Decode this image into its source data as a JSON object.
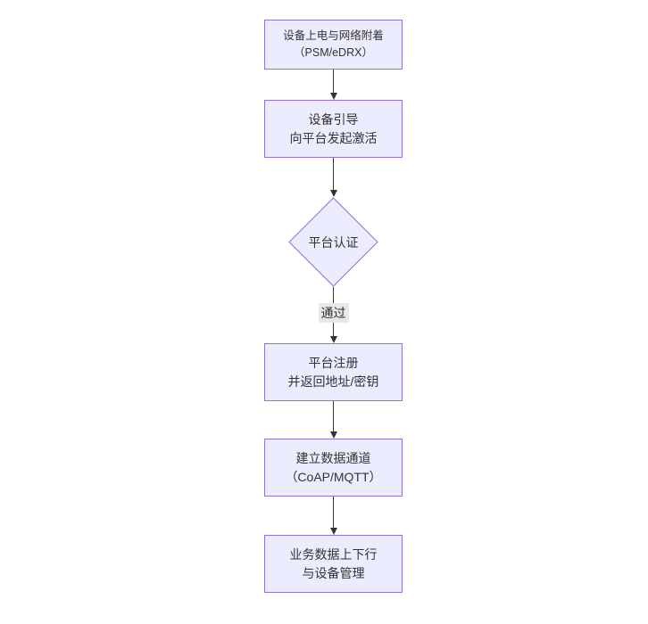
{
  "diagram": {
    "type": "flowchart-vertical",
    "colors": {
      "node_fill": "#ECECFF",
      "node_border": "#9370DB",
      "text": "#333333",
      "arrow": "#333333",
      "edge_label_bg": "#e8e8e8"
    },
    "nodes": [
      {
        "id": "power-attach",
        "shape": "rect",
        "lines": [
          "设备上电与网络附着",
          "（PSM/eDRX）"
        ]
      },
      {
        "id": "bootstrap",
        "shape": "rect",
        "lines": [
          "设备引导",
          "向平台发起激活"
        ]
      },
      {
        "id": "platform-auth",
        "shape": "diamond",
        "lines": [
          "平台认证"
        ]
      },
      {
        "id": "platform-register",
        "shape": "rect",
        "lines": [
          "平台注册",
          "并返回地址/密钥"
        ]
      },
      {
        "id": "data-channel",
        "shape": "rect",
        "lines": [
          "建立数据通道",
          "（CoAP/MQTT）"
        ]
      },
      {
        "id": "business-data",
        "shape": "rect",
        "lines": [
          "业务数据上下行",
          "与设备管理"
        ]
      }
    ],
    "edges": [
      {
        "from": "power-attach",
        "to": "bootstrap",
        "label": ""
      },
      {
        "from": "bootstrap",
        "to": "platform-auth",
        "label": ""
      },
      {
        "from": "platform-auth",
        "to": "platform-register",
        "label": "通过"
      },
      {
        "from": "platform-register",
        "to": "data-channel",
        "label": ""
      },
      {
        "from": "data-channel",
        "to": "business-data",
        "label": ""
      }
    ]
  }
}
